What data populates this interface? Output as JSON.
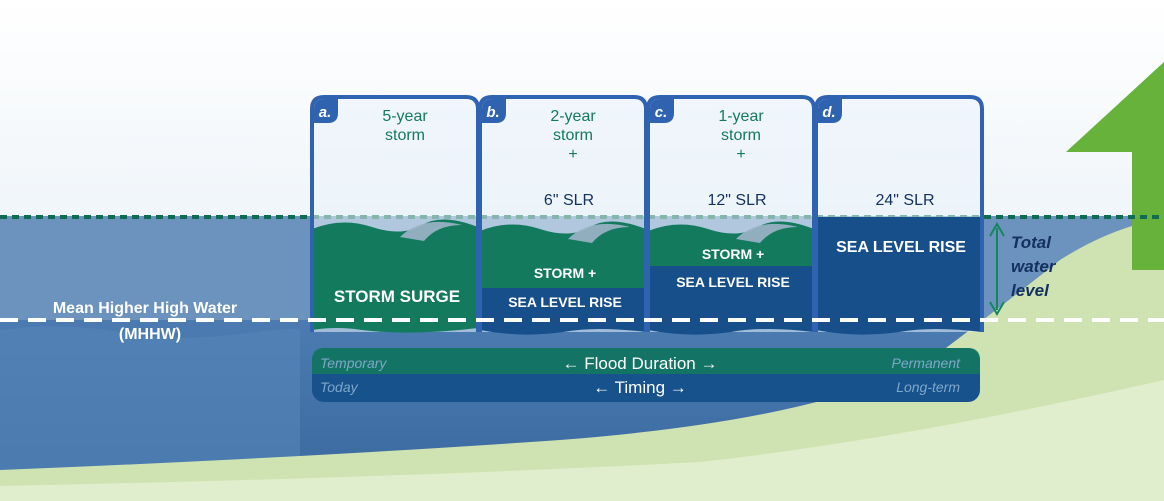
{
  "panels": [
    {
      "letter": "a.",
      "title_lines": [
        "5-year",
        "storm"
      ],
      "slr": "",
      "fill_label_lines": [
        "STORM SURGE"
      ]
    },
    {
      "letter": "b.",
      "title_lines": [
        "2-year",
        "storm",
        "+"
      ],
      "slr": "6\" SLR",
      "fill_label_lines": [
        "STORM +",
        "SEA LEVEL RISE"
      ]
    },
    {
      "letter": "c.",
      "title_lines": [
        "1-year",
        "storm",
        "+"
      ],
      "slr": "12\" SLR",
      "fill_label_lines": [
        "STORM +",
        "SEA LEVEL RISE"
      ]
    },
    {
      "letter": "d.",
      "title_lines": [],
      "slr": "24\" SLR",
      "fill_label_lines": [
        "SEA LEVEL RISE"
      ]
    }
  ],
  "mhhw_label": {
    "line1": "Mean Higher High Water",
    "line2": "(MHHW)"
  },
  "total_water_level": {
    "line1": "Total",
    "line2": "water",
    "line3": "level"
  },
  "timeline": {
    "left_top": "Temporary",
    "left_bottom": "Today",
    "center_top": "← Flood Duration →",
    "center_bottom": "← Timing →",
    "right_top": "Permanent",
    "right_bottom": "Long-term"
  },
  "colors": {
    "sky_top": "#ffffff",
    "sky_bottom": "#dbe7f2",
    "water_upper": "#5d89b6",
    "water_lower": "#4d7cb0",
    "deep_water": "#3f6fa6",
    "panel_border": "#2f63b0",
    "panel_fill": "#e9f1f8",
    "storm_green": "#137a5e",
    "slr_navy": "#174f8a",
    "slr_dark": "#12467e",
    "land_light": "#cfe4b3",
    "land_pale": "#e2efcf",
    "arrow_green": "#66b23a",
    "timeline_bar": "#17528d",
    "text_green": "#137a5e",
    "text_white": "#ffffff",
    "text_navy": "#13305e"
  }
}
